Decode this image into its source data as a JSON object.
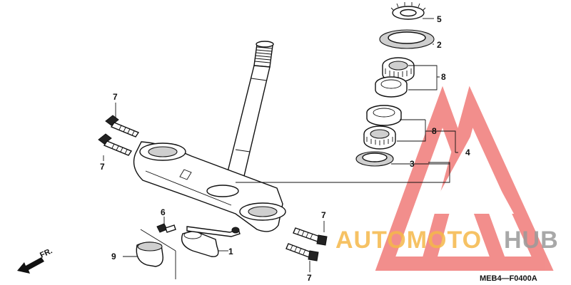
{
  "diagram": {
    "code": "MEB4—F0400A",
    "direction_label": "FR.",
    "callouts": {
      "steering_stem": "1",
      "bearing_seal": "2",
      "dust_seal": "3",
      "bearing_set_label": "4",
      "lock_nut": "5",
      "bolt_small": "6",
      "bolt_upper_a": "7",
      "bolt_upper_b": "7",
      "bolt_lower_a": "7",
      "bolt_lower_b": "7",
      "bearing_upper": "8",
      "bearing_lower": "8",
      "clamp": "9"
    }
  },
  "watermark": {
    "part1": "AUTOMOTO",
    "part2": "HUB",
    "colors": {
      "triangle": "#e8332f",
      "part1": "#f5b84a",
      "part2": "#9a9a9a"
    }
  }
}
